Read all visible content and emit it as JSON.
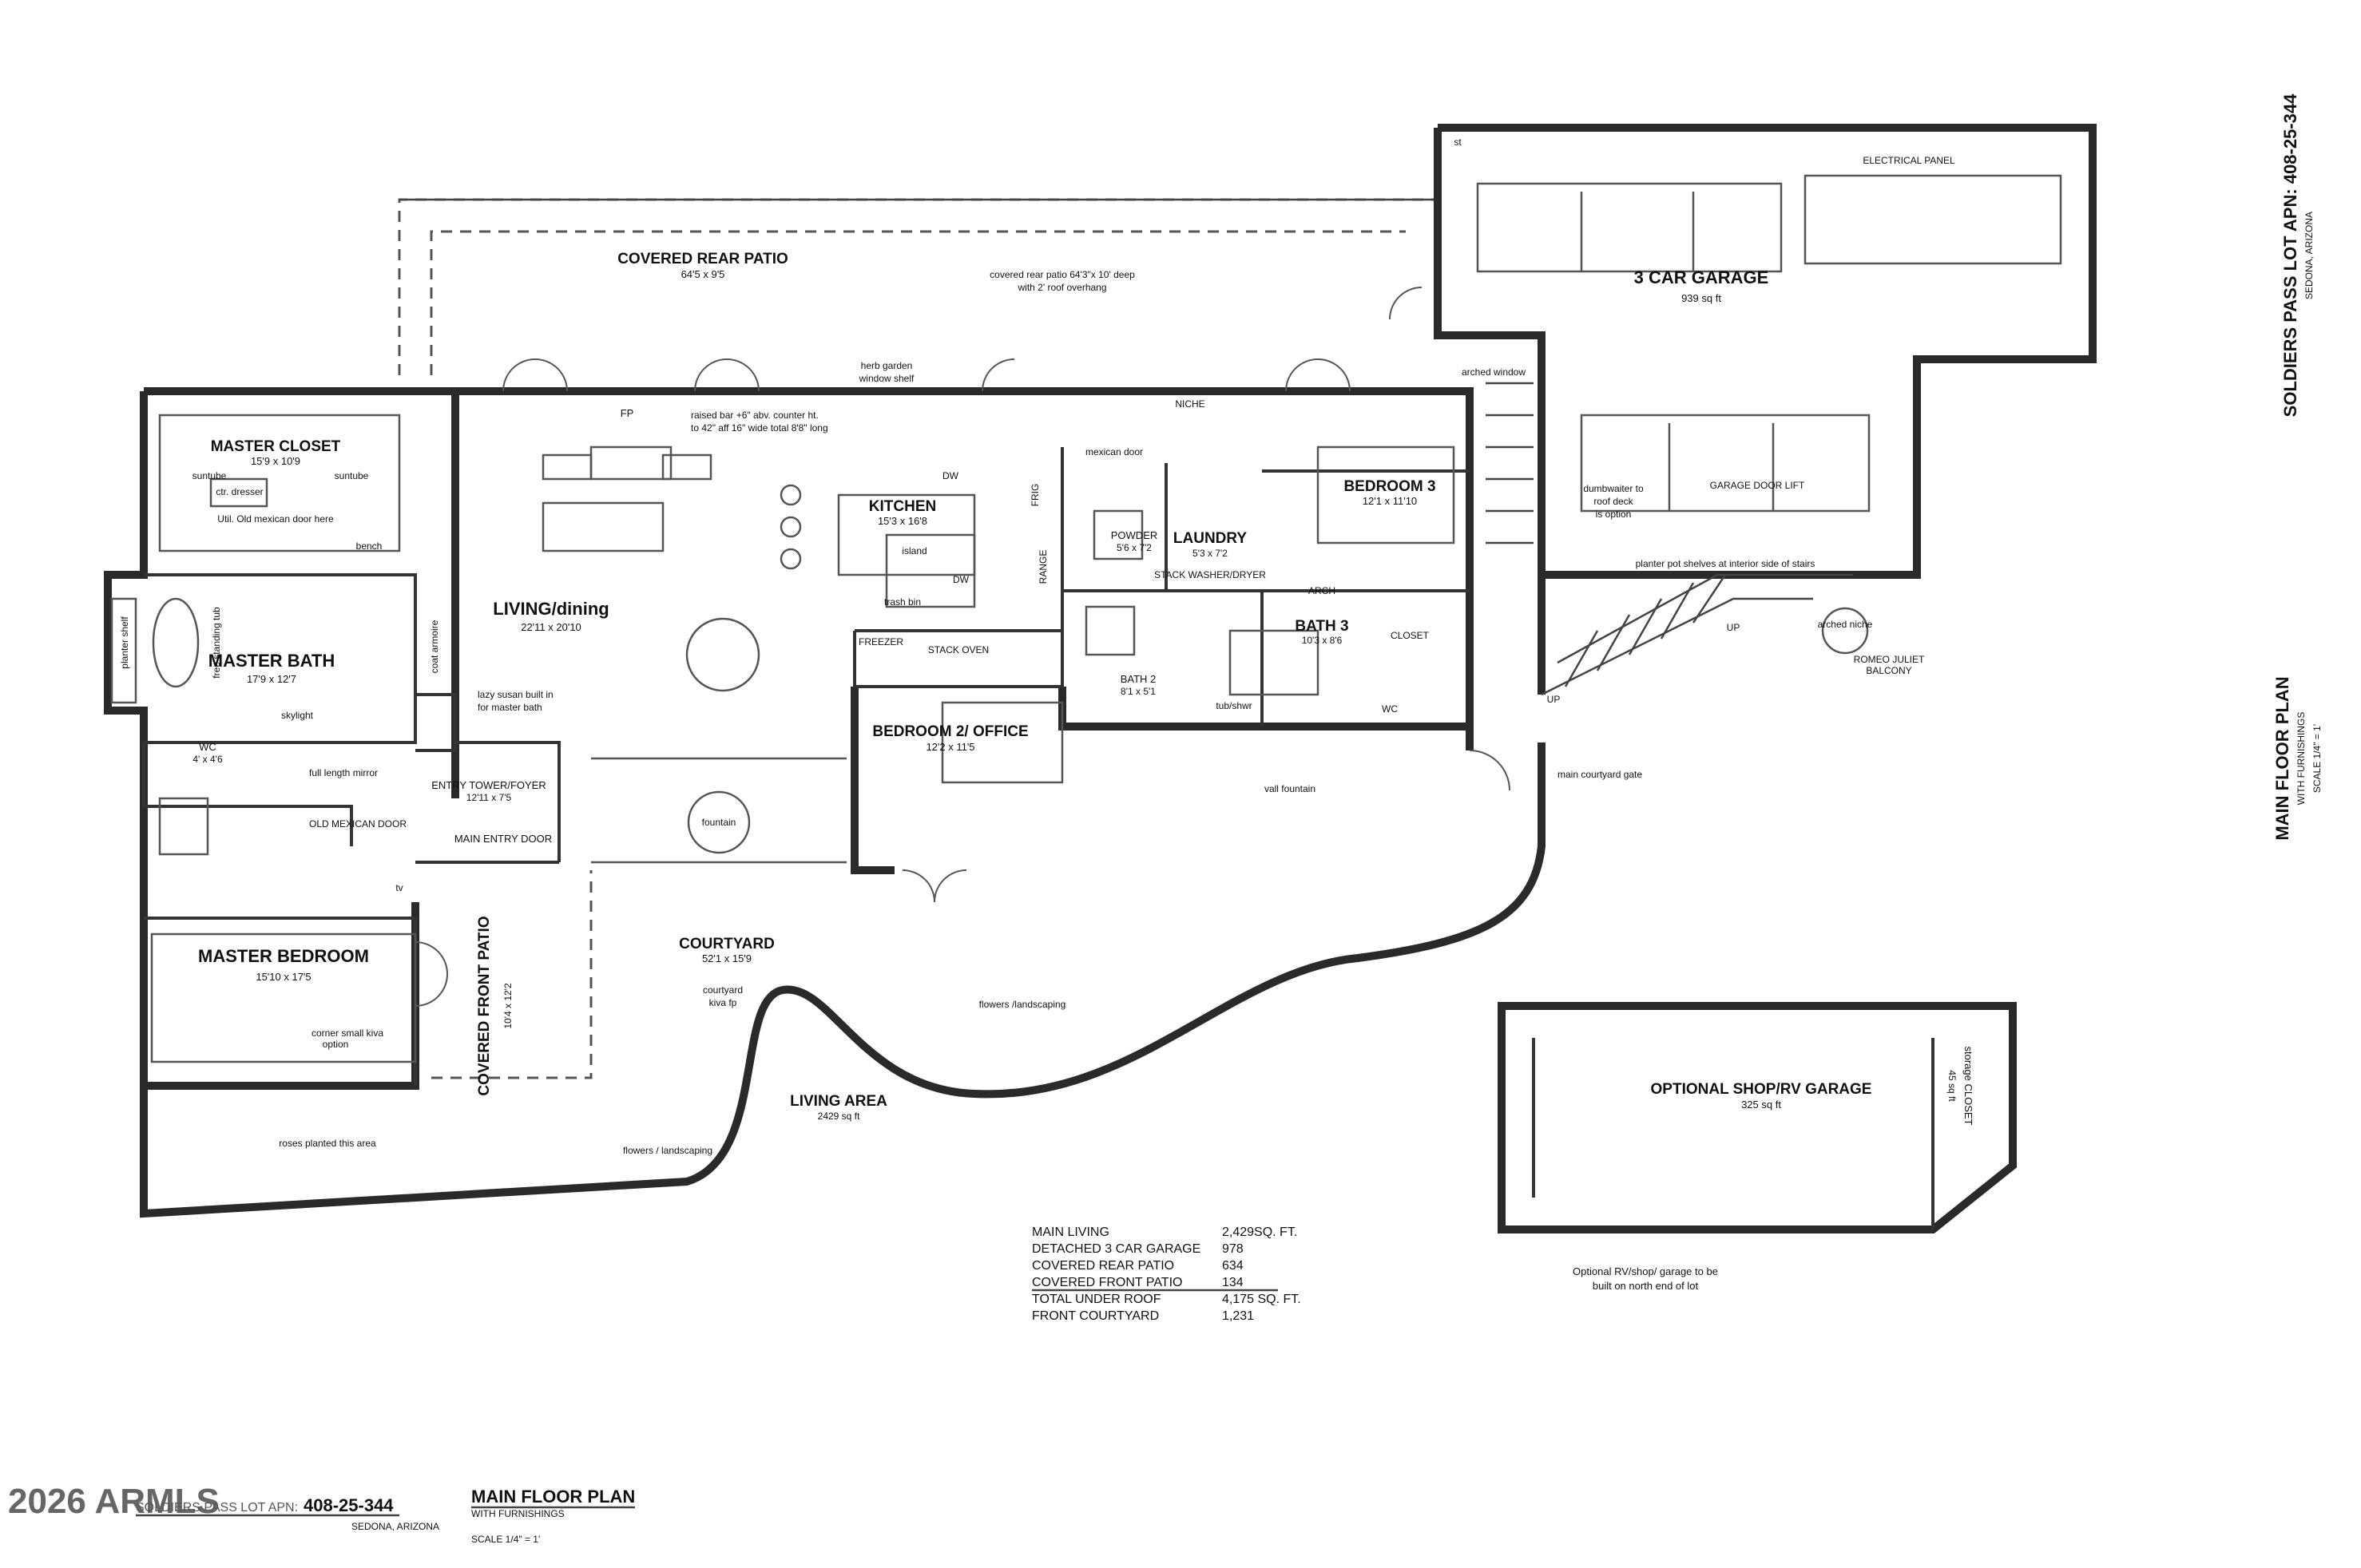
{
  "title_block": {
    "lot": "SOLDIERS PASS LOT APN: 408-25-344",
    "city": "SEDONA, ARIZONA",
    "plan_title": "MAIN FLOOR PLAN",
    "plan_subtitle": "WITH FURNISHINGS",
    "scale": "SCALE 1/4\" = 1'",
    "watermark": "2026 ARMLS",
    "bottom_lot_fragment": "SOLDIERS PASS LOT APN:",
    "bottom_apn": "408-25-344"
  },
  "rooms": {
    "covered_rear_patio": {
      "name": "COVERED REAR PATIO",
      "dims": "64'5 x 9'5"
    },
    "covered_rear_patio_note": {
      "line1": "covered rear patio 64'3\"x 10' deep",
      "line2": "with 2' roof overhang"
    },
    "garage": {
      "name": "3 CAR GARAGE",
      "dims": "939 sq ft"
    },
    "master_closet": {
      "name": "MASTER CLOSET",
      "dims": "15'9 x 10'9"
    },
    "master_bath": {
      "name": "MASTER BATH",
      "dims": "17'9 x 12'7"
    },
    "living": {
      "name": "LIVING/dining",
      "dims": "22'11 x 20'10"
    },
    "kitchen": {
      "name": "KITCHEN",
      "dims": "15'3 x 16'8"
    },
    "bedroom3": {
      "name": "BEDROOM 3",
      "dims": "12'1 x 11'10"
    },
    "powder": {
      "name": "POWDER",
      "dims": "5'6 x 7'2"
    },
    "laundry": {
      "name": "LAUNDRY",
      "dims": "5'3 x 7'2"
    },
    "bath3": {
      "name": "BATH 3",
      "dims": "10'3 x 8'6"
    },
    "bath2": {
      "name": "BATH 2",
      "dims": "8'1 x 5'1"
    },
    "bedroom2": {
      "name": "BEDROOM 2/ OFFICE",
      "dims": "12'2 x 11'5"
    },
    "wc": {
      "name": "WC",
      "dims": "4' x 4'6"
    },
    "entry": {
      "name": "ENTRY TOWER/FOYER",
      "dims": "12'11 x 7'5"
    },
    "master_bedroom": {
      "name": "MASTER BEDROOM",
      "dims": "15'10 x 17'5"
    },
    "front_patio": {
      "name": "COVERED FRONT PATIO",
      "dims": "10'4 x 12'2"
    },
    "courtyard": {
      "name": "COURTYARD",
      "dims": "52'1 x 15'9"
    },
    "living_area": {
      "name": "LIVING AREA",
      "dims": "2429 sq ft"
    },
    "shop": {
      "name": "OPTIONAL SHOP/RV GARAGE",
      "dims": "325 sq ft"
    },
    "storage": {
      "name": "storage CLOSET",
      "dims": "45 sq ft"
    }
  },
  "notes": {
    "herb_garden": "herb garden",
    "window_shelf": "window shelf",
    "raised_bar1": "raised bar +6\" abv. counter ht.",
    "raised_bar2": "to 42\" aff 16\" wide total 8'8\" long",
    "fp": "FP",
    "suntube_left": "suntube",
    "suntube_right": "suntube",
    "ctr_dresser": "ctr. dresser",
    "old_door": "Util.  Old mexican door here",
    "bench": "bench",
    "coat_armoire": "coat armoire",
    "lazy_susan1": "lazy susan built in",
    "lazy_susan2": "for master bath",
    "skylight": "skylight",
    "full_length_mirror": "full length mirror",
    "main_entry_door": "MAIN ENTRY DOOR",
    "old_mexican_door": "OLD MEXICAN DOOR",
    "fountain": "fountain",
    "planter_shelf": "planter shelf",
    "freestanding_tub": "free standing tub",
    "tv": "tv",
    "corner_kiva": "corner small kiva",
    "kiva_option": "option",
    "roses": "roses planted this area",
    "flowers_landscaping": "flowers /landscaping",
    "flowers_landscaping2": "flowers / landscaping",
    "courtyard_kiva1": "courtyard",
    "courtyard_kiva2": "kiva fp",
    "vall_fountain": "vall fountain",
    "main_courtyard_gate": "main courtyard gate",
    "arched_window": "arched window",
    "electrical_panel": "ELECTRICAL PANEL",
    "garage_door_lift": "GARAGE DOOR LIFT",
    "dumbwaiter1": "dumbwaiter to",
    "dumbwaiter2": "roof deck",
    "dumbwaiter3": "is option",
    "planter_pot": "planter pot shelves at interior side of stairs",
    "up": "UP",
    "up2": "UP",
    "arched_niche": "arched niche",
    "romeo_juliet1": "ROMEO JULIET",
    "romeo_juliet2": "BALCONY",
    "trash_bin": "trash bin",
    "freezer": "FREEZER",
    "stack_oven": "STACK OVEN",
    "island": "island",
    "dw": "DW",
    "dw2": "DW",
    "frig": "FRIG",
    "range": "RANGE",
    "mexican_door": "mexican door",
    "arch": "ARCH",
    "niche": "NICHE",
    "stack_washer": "STACK WASHER/DRYER",
    "wc_bath3": "WC",
    "closet": "CLOSET",
    "tub_shower": "tub/shwr",
    "optional_rv1": "Optional RV/shop/ garage to be",
    "optional_rv2": "built on north end of lot",
    "st": "st"
  },
  "area_table": [
    {
      "label": "MAIN LIVING",
      "value": "2,429SQ. FT."
    },
    {
      "label": "DETACHED  3 CAR GARAGE",
      "value": "978"
    },
    {
      "label": "COVERED REAR PATIO",
      "value": "634"
    },
    {
      "label": "COVERED FRONT PATIO",
      "value": "134"
    },
    {
      "label": "TOTAL UNDER ROOF",
      "value": "4,175 SQ. FT."
    },
    {
      "label": "FRONT COURTYARD",
      "value": "1,231"
    }
  ]
}
